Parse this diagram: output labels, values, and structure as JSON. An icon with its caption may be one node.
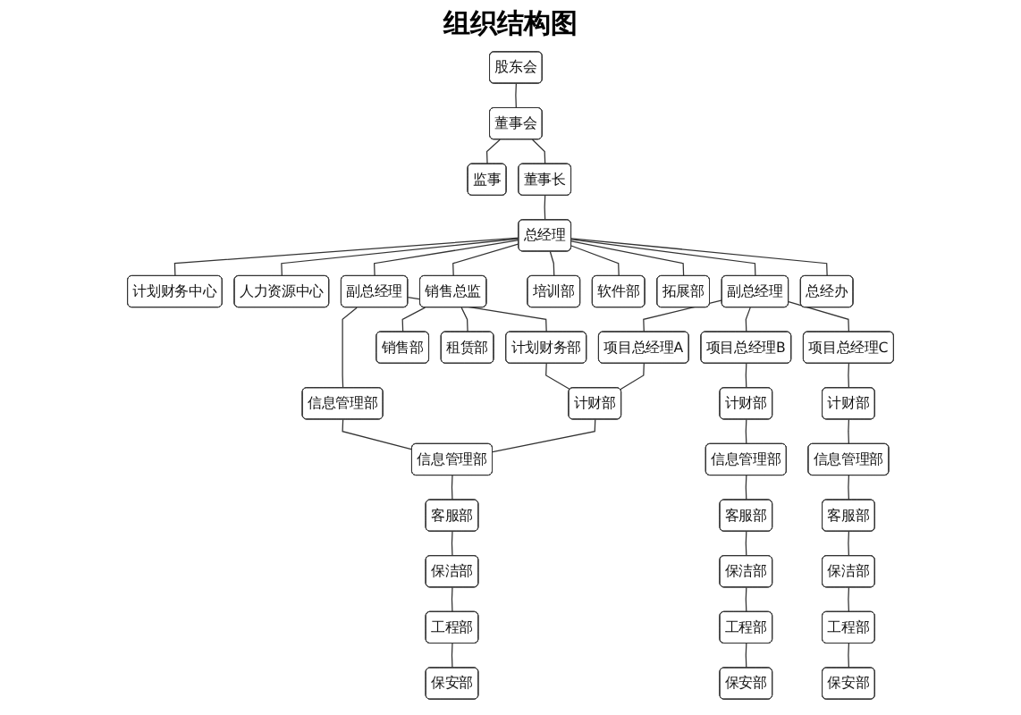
{
  "diagram": {
    "title": "组织结构图",
    "nodes": [
      {
        "text": [
          "股东会"
        ]
      },
      {
        "text": [
          "董事会"
        ]
      },
      {
        "text": [
          "监事"
        ]
      },
      {
        "text": [
          "董事长"
        ]
      },
      {
        "text": [
          "总经理"
        ]
      },
      {
        "text": [
          "计划财务中心"
        ]
      },
      {
        "text": [
          "人力资源中心"
        ]
      },
      {
        "text": [
          "副总经理"
        ]
      },
      {
        "text": [
          "副总经理"
        ]
      },
      {
        "text": [
          "计划财务部"
        ]
      },
      {
        "text": [
          "信息管理部"
        ]
      },
      {
        "text": [
          "培训部"
        ]
      },
      {
        "text": [
          "软件部"
        ]
      },
      {
        "text": [
          "拓展部"
        ]
      },
      {
        "text": [
          "销售总监"
        ]
      },
      {
        "text": [
          "销售部"
        ]
      },
      {
        "text": [
          "租赁部"
        ]
      },
      {
        "text": [
          "总经办"
        ]
      },
      {
        "text": [
          "项目总经理A"
        ]
      },
      {
        "text": [
          "计财部"
        ]
      },
      {
        "text": [
          "信息管理部"
        ]
      },
      {
        "text": [
          "客服部"
        ]
      },
      {
        "text": [
          "保洁部"
        ]
      },
      {
        "text": [
          "工程部"
        ]
      },
      {
        "text": [
          "保安部"
        ]
      },
      {
        "text": [
          "项目总经理B"
        ]
      },
      {
        "text": [
          "计财部"
        ]
      },
      {
        "text": [
          "信息管理部"
        ]
      },
      {
        "text": [
          "客服部"
        ]
      },
      {
        "text": [
          "保洁部"
        ]
      },
      {
        "text": [
          "工程部"
        ]
      },
      {
        "text": [
          "保安部"
        ]
      },
      {
        "text": [
          "项目总经理C"
        ]
      },
      {
        "text": [
          "计财部"
        ]
      },
      {
        "text": [
          "信息管理部"
        ]
      },
      {
        "text": [
          "客服部"
        ]
      },
      {
        "text": [
          "保洁部"
        ]
      },
      {
        "text": [
          "工程部"
        ]
      },
      {
        "text": [
          "保安部"
        ]
      }
    ],
    "edges": [
      {
        "from": 0,
        "to": 1,
        "arrow": "none"
      },
      {
        "from": 1,
        "to": 2,
        "arrow": "none"
      },
      {
        "from": 1,
        "to": 3,
        "arrow": "none"
      },
      {
        "from": 3,
        "to": 4,
        "arrow": "none"
      },
      {
        "from": 4,
        "to": 5,
        "arrow": "none"
      },
      {
        "from": 4,
        "to": 6,
        "arrow": "none"
      },
      {
        "from": 4,
        "to": 7,
        "arrow": "none"
      },
      {
        "from": 4,
        "to": 8,
        "arrow": "none"
      },
      {
        "from": 4,
        "to": 11,
        "arrow": "none"
      },
      {
        "from": 4,
        "to": 12,
        "arrow": "none"
      },
      {
        "from": 4,
        "to": 13,
        "arrow": "none"
      },
      {
        "from": 4,
        "to": 14,
        "arrow": "none"
      },
      {
        "from": 4,
        "to": 17,
        "arrow": "none"
      },
      {
        "from": 14,
        "to": 15,
        "arrow": "none"
      },
      {
        "from": 14,
        "to": 16,
        "arrow": "none"
      },
      {
        "from": 8,
        "to": 9,
        "arrow": "none"
      },
      {
        "from": 8,
        "to": 10,
        "arrow": "none"
      },
      {
        "from": 9,
        "to": 19,
        "arrow": "none"
      },
      {
        "from": 10,
        "to": 20,
        "arrow": "none"
      },
      {
        "from": 7,
        "to": 18,
        "arrow": "none"
      },
      {
        "from": 7,
        "to": 25,
        "arrow": "none"
      },
      {
        "from": 7,
        "to": 32,
        "arrow": "none"
      },
      {
        "from": 18,
        "to": 19,
        "arrow": "none"
      },
      {
        "from": 19,
        "to": 20,
        "arrow": "none"
      },
      {
        "from": 20,
        "to": 21,
        "arrow": "none"
      },
      {
        "from": 21,
        "to": 22,
        "arrow": "none"
      },
      {
        "from": 22,
        "to": 23,
        "arrow": "none"
      },
      {
        "from": 23,
        "to": 24,
        "arrow": "none"
      },
      {
        "from": 25,
        "to": 26,
        "arrow": "none"
      },
      {
        "from": 26,
        "to": 27,
        "arrow": "none"
      },
      {
        "from": 27,
        "to": 28,
        "arrow": "none"
      },
      {
        "from": 28,
        "to": 29,
        "arrow": "none"
      },
      {
        "from": 29,
        "to": 30,
        "arrow": "none"
      },
      {
        "from": 30,
        "to": 31,
        "arrow": "none"
      },
      {
        "from": 32,
        "to": 33,
        "arrow": "none"
      },
      {
        "from": 33,
        "to": 34,
        "arrow": "none"
      },
      {
        "from": 34,
        "to": 35,
        "arrow": "none"
      },
      {
        "from": 35,
        "to": 36,
        "arrow": "none"
      },
      {
        "from": 36,
        "to": 37,
        "arrow": "none"
      },
      {
        "from": 37,
        "to": 38,
        "arrow": "none"
      }
    ]
  }
}
